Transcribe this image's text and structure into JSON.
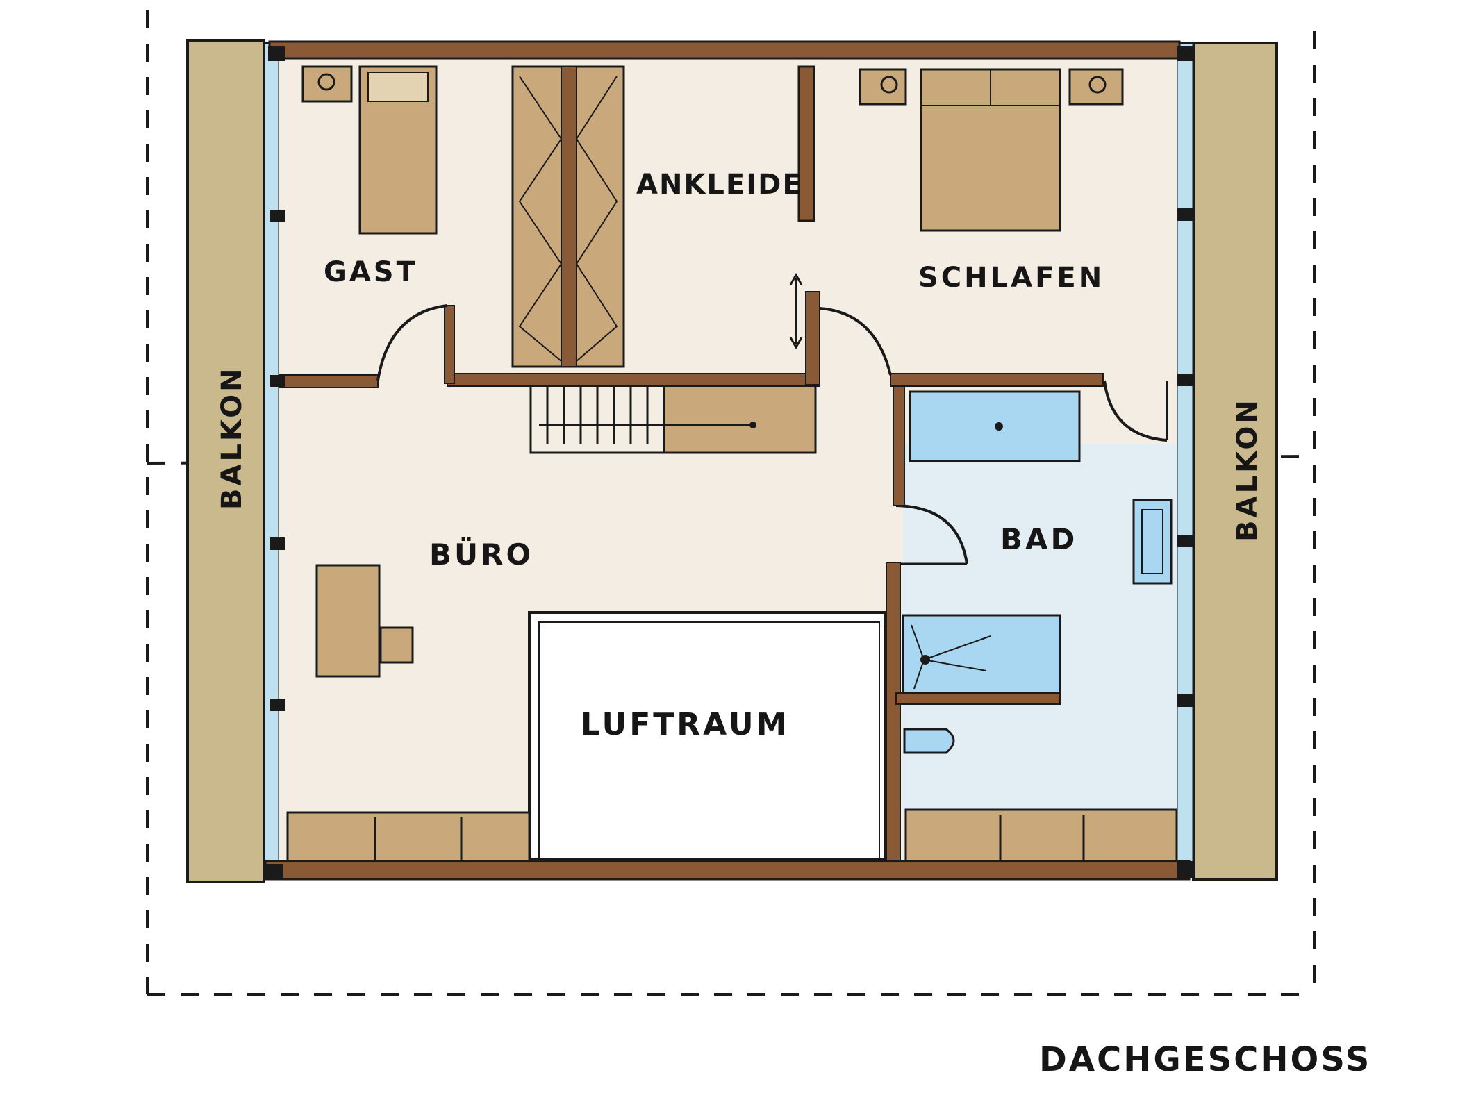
{
  "plan": {
    "title": "DACHGESCHOSS",
    "rooms": {
      "gast": "GAST",
      "ankleide": "ANKLEIDE",
      "schlafen": "SCHLAFEN",
      "buero": "BÜRO",
      "bad": "BAD",
      "luftraum": "LUFTRAUM",
      "balkon_left": "BALKON",
      "balkon_right": "BALKON"
    },
    "colors": {
      "wall": "#8a5a36",
      "wood": "#c9a97b",
      "balcony": "#cbb98e",
      "glass": "#bfe0ee",
      "water": "#a9d6f0",
      "floor": "#f3ede3",
      "ink": "#161616"
    }
  }
}
